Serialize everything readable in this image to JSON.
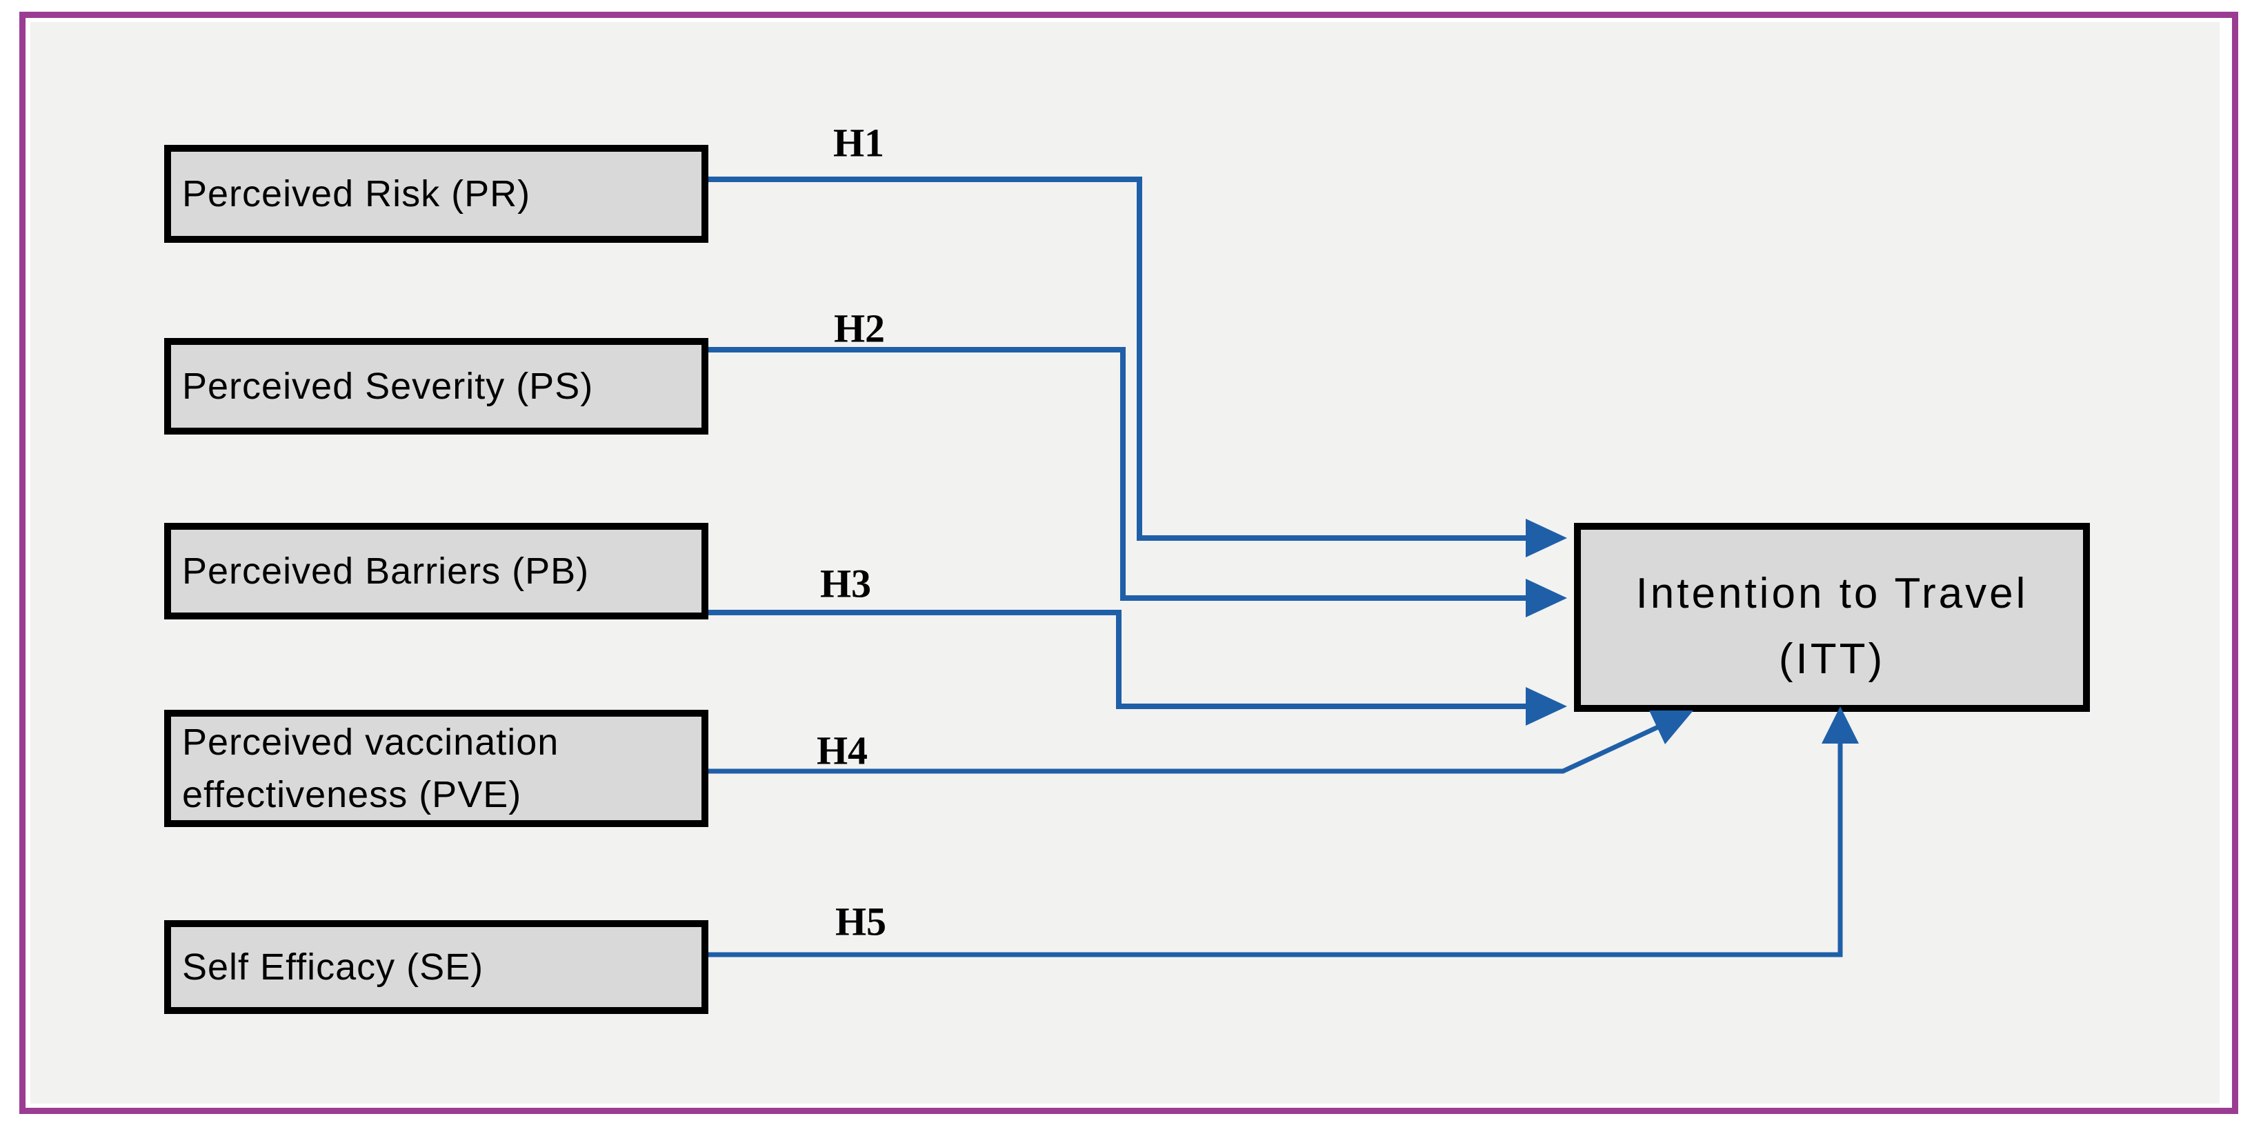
{
  "diagram": {
    "type": "hypothesis-path-model",
    "nodes": {
      "pr": {
        "id": "PR",
        "label": "Perceived Risk (PR)"
      },
      "ps": {
        "id": "PS",
        "label": "Perceived Severity (PS)"
      },
      "pb": {
        "id": "PB",
        "label": "Perceived Barriers (PB)"
      },
      "pve": {
        "id": "PVE",
        "label": "Perceived vaccination effectiveness (PVE)",
        "line1": "Perceived vaccination",
        "line2": "effectiveness (PVE)"
      },
      "se": {
        "id": "SE",
        "label": "Self Efficacy (SE)"
      },
      "itt": {
        "id": "ITT",
        "label": "Intention to Travel (ITT)",
        "line1": "Intention to Travel",
        "line2": "(ITT)"
      }
    },
    "edges": [
      {
        "id": "h1",
        "label": "H1",
        "from": "Perceived Risk (PR)",
        "to": "Intention to Travel (ITT)"
      },
      {
        "id": "h2",
        "label": "H2",
        "from": "Perceived Severity (PS)",
        "to": "Intention to Travel (ITT)"
      },
      {
        "id": "h3",
        "label": "H3",
        "from": "Perceived Barriers (PB)",
        "to": "Intention to Travel (ITT)"
      },
      {
        "id": "h4",
        "label": "H4",
        "from": "Perceived vaccination effectiveness (PVE)",
        "to": "Intention to Travel (ITT)"
      },
      {
        "id": "h5",
        "label": "H5",
        "from": "Self Efficacy (SE)",
        "to": "Intention to Travel (ITT)"
      }
    ],
    "colors": {
      "frame_border": "#9B3C93",
      "canvas_bg": "#F2F2F1",
      "node_fill": "#D9D9D9",
      "node_border": "#000000",
      "arrow": "#1F5FA8",
      "text": "#000000"
    }
  }
}
